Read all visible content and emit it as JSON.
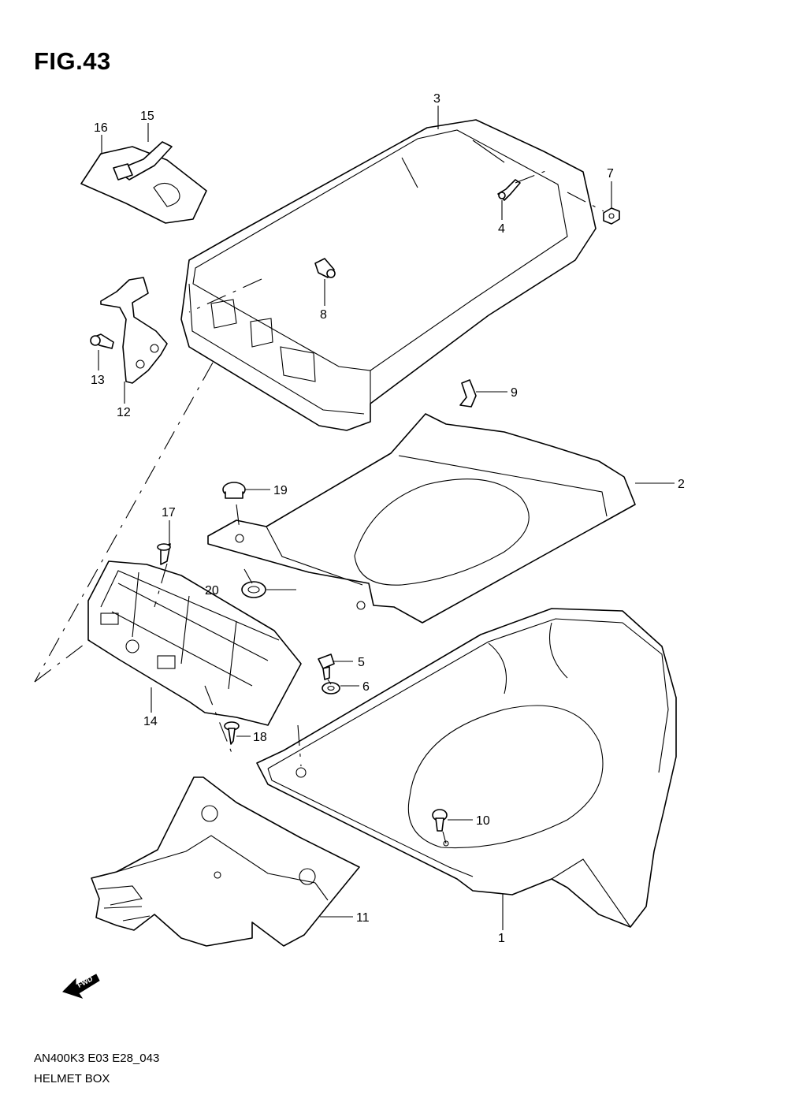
{
  "figure": {
    "title": "FIG.43"
  },
  "callouts": {
    "c1": "1",
    "c2": "2",
    "c3": "3",
    "c4": "4",
    "c5": "5",
    "c6": "6",
    "c7": "7",
    "c8": "8",
    "c9": "9",
    "c10": "10",
    "c11": "11",
    "c12": "12",
    "c13": "13",
    "c14": "14",
    "c15": "15",
    "c16": "16",
    "c17": "17",
    "c18": "18",
    "c19": "19",
    "c20": "20"
  },
  "direction_marker": {
    "label": "FWD",
    "icon": "forward-arrow-icon"
  },
  "footer": {
    "code": "AN400K3 E03 E28_043",
    "name": "HELMET BOX"
  }
}
